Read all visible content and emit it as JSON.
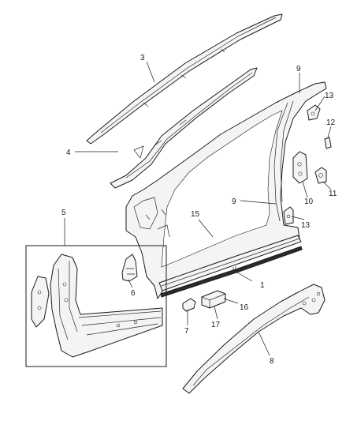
{
  "callouts": {
    "c1": "1",
    "c3": "3",
    "c4": "4",
    "c5": "5",
    "c6": "6",
    "c7": "7",
    "c8": "8",
    "c9a": "9",
    "c9b": "9",
    "c10": "10",
    "c11": "11",
    "c12": "12",
    "c13a": "13",
    "c13b": "13",
    "c15": "15",
    "c16": "16",
    "c17": "17"
  },
  "colors": {
    "line": "#1a1a1a",
    "fill": "#f4f4f4",
    "background": "#ffffff"
  }
}
